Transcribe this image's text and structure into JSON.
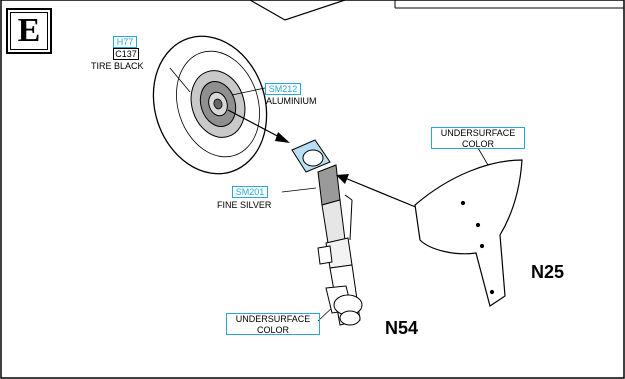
{
  "step": {
    "letter": "E"
  },
  "tire": {
    "codes": [
      "H77",
      "C137"
    ],
    "name": "TIRE BLACK"
  },
  "hub": {
    "code": "SM212",
    "name": "ALUMINIUM"
  },
  "strut": {
    "code": "SM201",
    "name": "FINE SILVER"
  },
  "door_color": {
    "line1": "UNDERSURFACE",
    "line2": "COLOR"
  },
  "strut_color": {
    "line1": "UNDERSURFACE",
    "line2": "COLOR"
  },
  "parts": {
    "door": "N25",
    "strut": "N54"
  },
  "colors": {
    "accent": "#29a7d8",
    "ink": "#000000"
  }
}
